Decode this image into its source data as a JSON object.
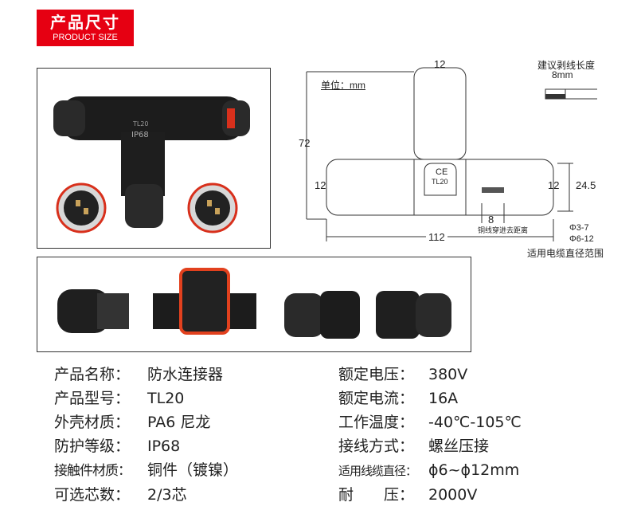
{
  "header": {
    "title_cn": "产品尺寸",
    "title_en": "PRODUCT SIZE"
  },
  "photo1": {
    "labels": [
      "TL20",
      "IP68"
    ]
  },
  "drawing": {
    "unit": "单位：mm",
    "strip_title": "建议剥线长度",
    "strip_len": "8mm",
    "dim_top": "12",
    "dim_height": "72",
    "dim_left": "12",
    "dim_right": "12",
    "dim_side": "24.5",
    "dim_copper": "8",
    "copper_note": "铜线穿进去距离",
    "dim_width": "112",
    "cable1": "Φ3-7",
    "cable2": "Φ6-12",
    "cable_note": "适用电缆直径范围",
    "body_mark": "TL20",
    "ce": "CE"
  },
  "specs_left": [
    {
      "label": "产品名称：",
      "value": "防水连接器"
    },
    {
      "label": "产品型号：",
      "value": "TL20"
    },
    {
      "label": "外壳材质：",
      "value": "PA6 尼龙"
    },
    {
      "label": "防护等级：",
      "value": "IP68"
    },
    {
      "label": "接触件材质：",
      "value": "铜件（镀镍）"
    },
    {
      "label": "可选芯数：",
      "value": "2/3芯"
    }
  ],
  "specs_right": [
    {
      "label": "额定电压：",
      "value": "380V"
    },
    {
      "label": "额定电流：",
      "value": "16A"
    },
    {
      "label": "工作温度：",
      "value": "-40℃-105℃"
    },
    {
      "label": "接线方式：",
      "value": "螺丝压接"
    },
    {
      "label": "适用线缆直径：",
      "value": "ϕ6~ϕ12mm"
    },
    {
      "label": "耐　　压：",
      "value": "2000V"
    }
  ]
}
